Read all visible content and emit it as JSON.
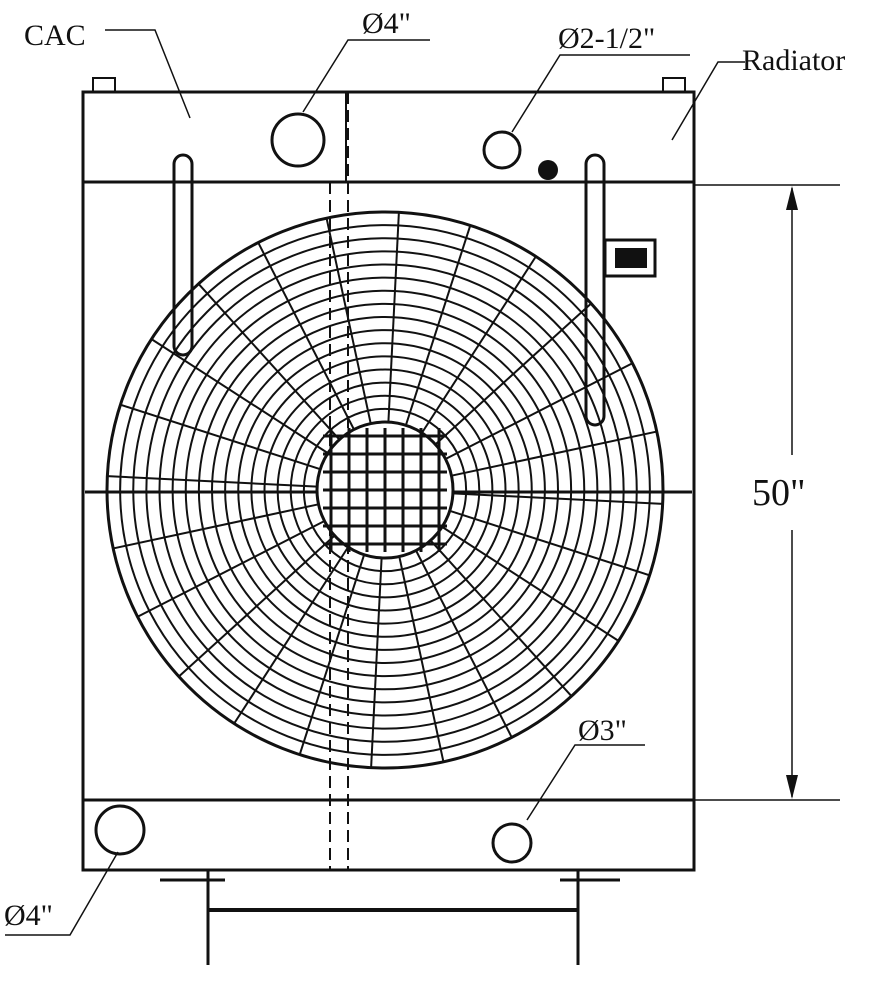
{
  "labels": {
    "cac": "CAC",
    "top_pipe": "Ø4\"",
    "top_right_pipe": "Ø2-1/2\"",
    "radiator": "Radiator",
    "height_dimension": "50\"",
    "bottom_right_pipe": "Ø3\"",
    "bottom_left_pipe": "Ø4\""
  }
}
